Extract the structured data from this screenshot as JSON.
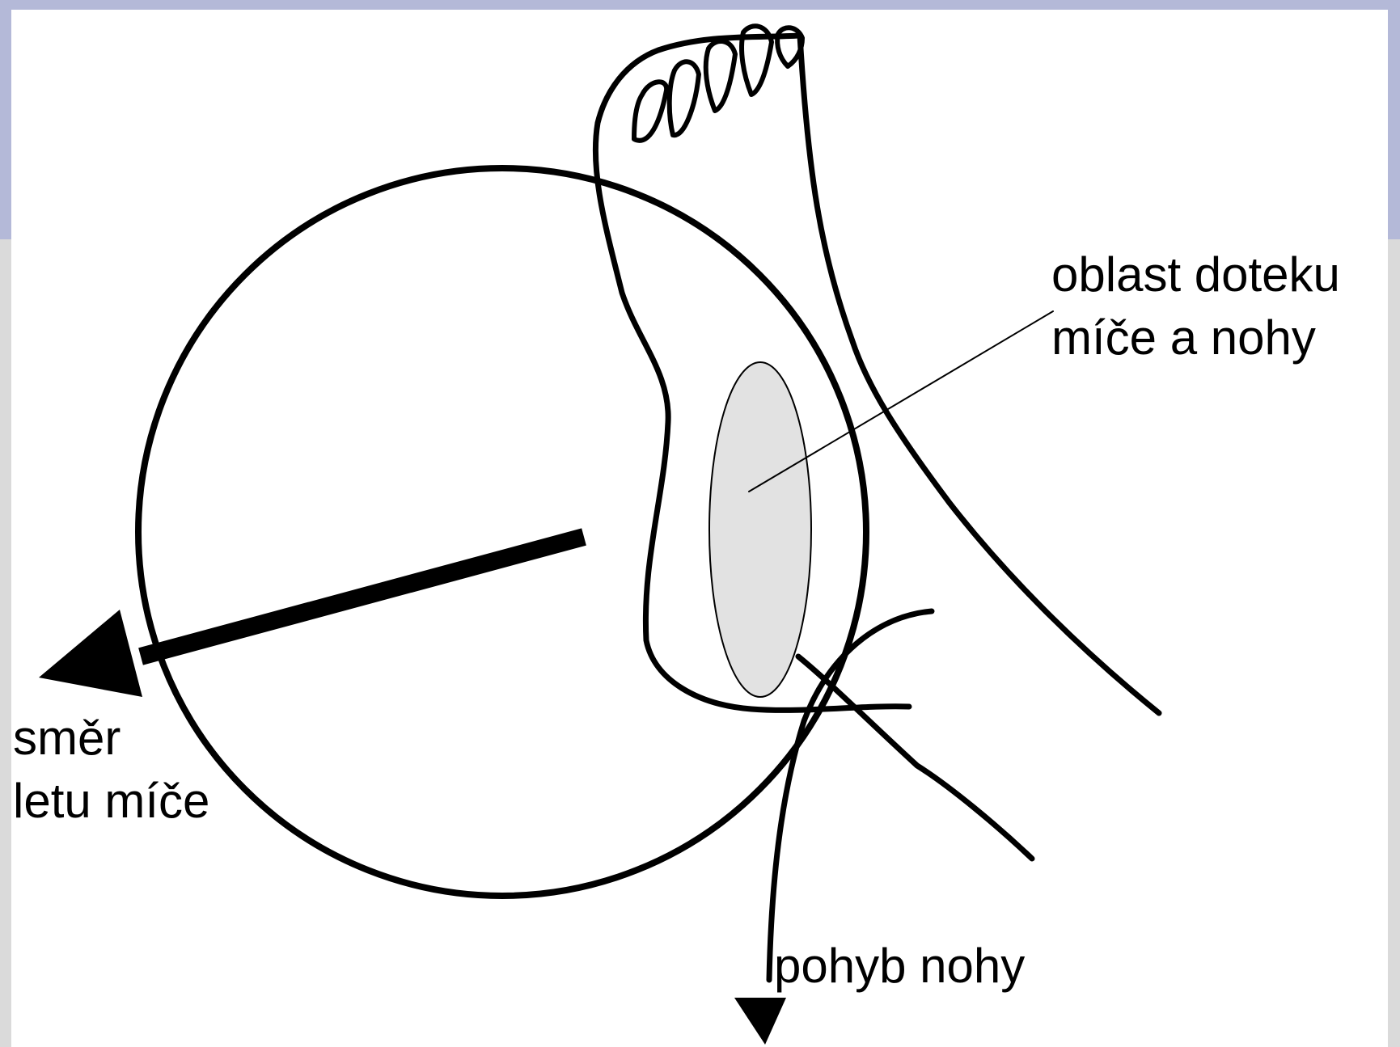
{
  "colors": {
    "frame_top": "#b4b9d8",
    "frame_bottom": "#dadada",
    "canvas": "#ffffff",
    "stroke": "#000000",
    "contact_fill": "#e2e2e2"
  },
  "labels": {
    "contact_area_line1": "oblast doteku",
    "contact_area_line2": "míče a nohy",
    "ball_direction_line1": "směr",
    "ball_direction_line2": "letu míče",
    "foot_motion": "pohyb nohy"
  },
  "icons": {
    "ball": "circle",
    "foot": "foot-outline",
    "ball_direction": "arrow-left",
    "foot_motion": "arrow-down"
  }
}
